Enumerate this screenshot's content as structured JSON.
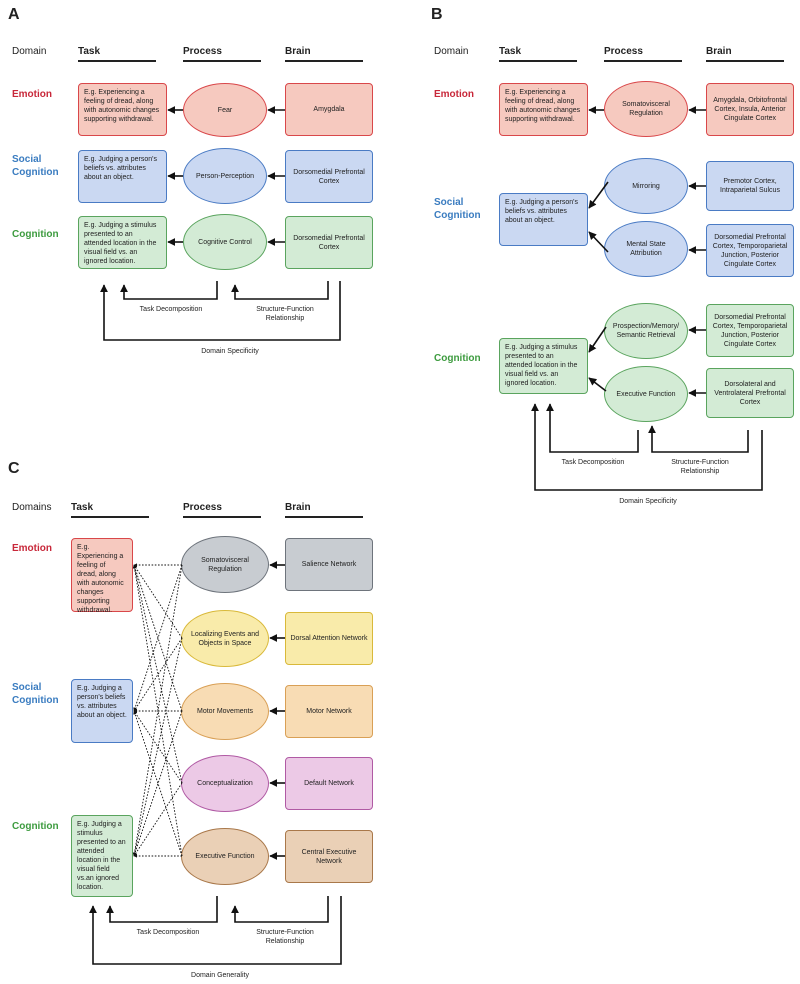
{
  "panels": {
    "a": {
      "letter": "A",
      "headers": {
        "domain": "Domain",
        "task": "Task",
        "process": "Process",
        "brain": "Brain"
      },
      "rows": [
        {
          "domain": "Emotion",
          "task": "E.g. Experiencing a feeling of dread, along with autonomic changes supporting withdrawal.",
          "process": "Fear",
          "brain": "Amygdala"
        },
        {
          "domain": "Social Cognition",
          "task": "E.g. Judging a person's beliefs vs. attributes about an object.",
          "process": "Person-Perception",
          "brain": "Dorsomedial Prefrontal Cortex"
        },
        {
          "domain": "Cognition",
          "task": "E.g. Judging a stimulus presented to an attended location in the visual field vs. an ignored location.",
          "process": "Cognitive Control",
          "brain": "Dorsomedial Prefrontal Cortex"
        }
      ],
      "labels": {
        "task_decomp": "Task Decomposition",
        "struct_func": "Structure-Function Relationship",
        "specificity": "Domain Specificity"
      }
    },
    "b": {
      "letter": "B",
      "headers": {
        "domain": "Domain",
        "task": "Task",
        "process": "Process",
        "brain": "Brain"
      },
      "emotion": {
        "domain": "Emotion",
        "task": "E.g. Experiencing a feeling of dread, along with autonomic changes supporting withdrawal.",
        "process": "Somatovisceral Regulation",
        "brain": "Amygdala, Orbitofrontal Cortex, Insula, Anterior Cingulate Cortex"
      },
      "social": {
        "domain": "Social Cognition",
        "task": "E.g. Judging a person's beliefs vs. attributes about an object.",
        "processes": [
          "Mirroring",
          "Mental State Attribution"
        ],
        "brains": [
          "Premotor Cortex, Intraparietal Sulcus",
          "Dorsomedial Prefrontal Cortex, Temporoparietal Junction, Posterior Cingulate Cortex"
        ]
      },
      "cognition": {
        "domain": "Cognition",
        "task": "E.g. Judging a stimulus presented to an attended location in the visual field vs. an ignored location.",
        "processes": [
          "Prospection/Memory/ Semantic Retrieval",
          "Executive Function"
        ],
        "brains": [
          "Dorsomedial Prefrontal Cortex, Temporoparietal Junction, Posterior Cingulate Cortex",
          "Dorsolateral and Ventrolateral Prefrontal Cortex"
        ]
      },
      "labels": {
        "task_decomp": "Task Decomposition",
        "struct_func": "Structure-Function Relationship",
        "specificity": "Domain Specificity"
      }
    },
    "c": {
      "letter": "C",
      "headers": {
        "domain": "Domains",
        "task": "Task",
        "process": "Process",
        "brain": "Brain"
      },
      "domains": [
        {
          "domain": "Emotion",
          "task": "E.g. Experiencing a feeling of dread, along with autonomic changes supporting withdrawal."
        },
        {
          "domain": "Social Cognition",
          "task": "E.g. Judging a person's beliefs vs. attributes about an object."
        },
        {
          "domain": "Cognition",
          "task": "E.g. Judging a stimulus presented to an attended location in the visual field vs.an ignored location."
        }
      ],
      "networks": [
        {
          "process": "Somatovisceral Regulation",
          "brain": "Salience Network"
        },
        {
          "process": "Localizing Events and Objects in Space",
          "brain": "Dorsal Attention Network"
        },
        {
          "process": "Motor Movements",
          "brain": "Motor Network"
        },
        {
          "process": "Conceptualization",
          "brain": "Default Network"
        },
        {
          "process": "Executive Function",
          "brain": "Central Executive Network"
        }
      ],
      "labels": {
        "task_decomp": "Task Decomposition",
        "struct_func": "Structure-Function Relationship",
        "generality": "Domain Generality"
      }
    }
  }
}
